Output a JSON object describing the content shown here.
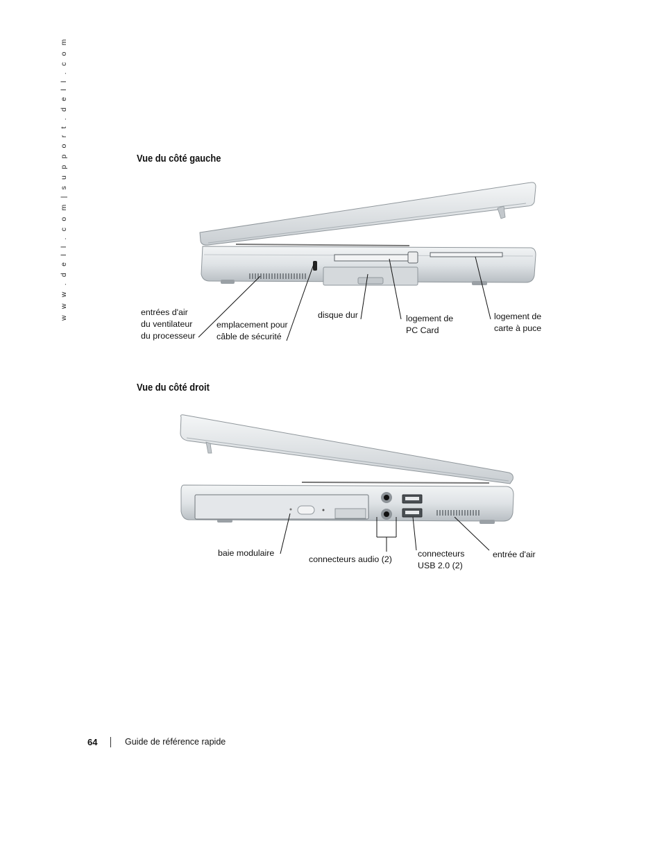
{
  "side_url": "w w w . d e l l . c o m  |  s u p p o r t . d e l l . c o m",
  "left_view": {
    "title": "Vue du côté gauche",
    "labels": {
      "air_intake": "entrées d'air\ndu ventilateur\ndu processeur",
      "security_slot": "emplacement pour\ncâble de sécurité",
      "hard_drive": "disque dur",
      "pc_card": "logement de\nPC Card",
      "smart_card": "logement de\ncarte à puce"
    }
  },
  "right_view": {
    "title": "Vue du côté droit",
    "labels": {
      "modular_bay": "baie modulaire",
      "audio": "connecteurs audio (2)",
      "usb": "connecteurs\nUSB 2.0 (2)",
      "air_vent": "entrée d'air"
    }
  },
  "footer": {
    "page_number": "64",
    "title": "Guide de référence rapide"
  }
}
